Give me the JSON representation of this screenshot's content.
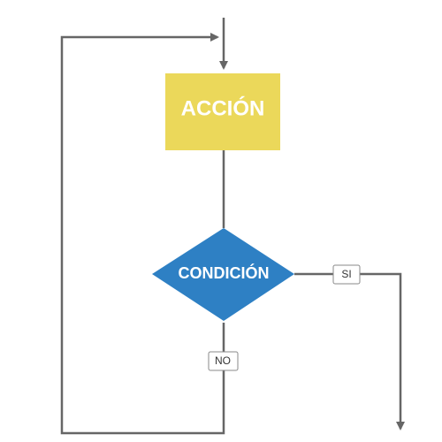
{
  "nodes": {
    "action": {
      "label": "ACCIÓN",
      "color": "#EBD85A"
    },
    "condition": {
      "label": "CONDICIÓN",
      "color": "#2E80C4"
    }
  },
  "edges": {
    "yes_label": "SI",
    "no_label": "NO"
  },
  "colors": {
    "line": "#666666",
    "label_border": "#8a8a8a"
  }
}
